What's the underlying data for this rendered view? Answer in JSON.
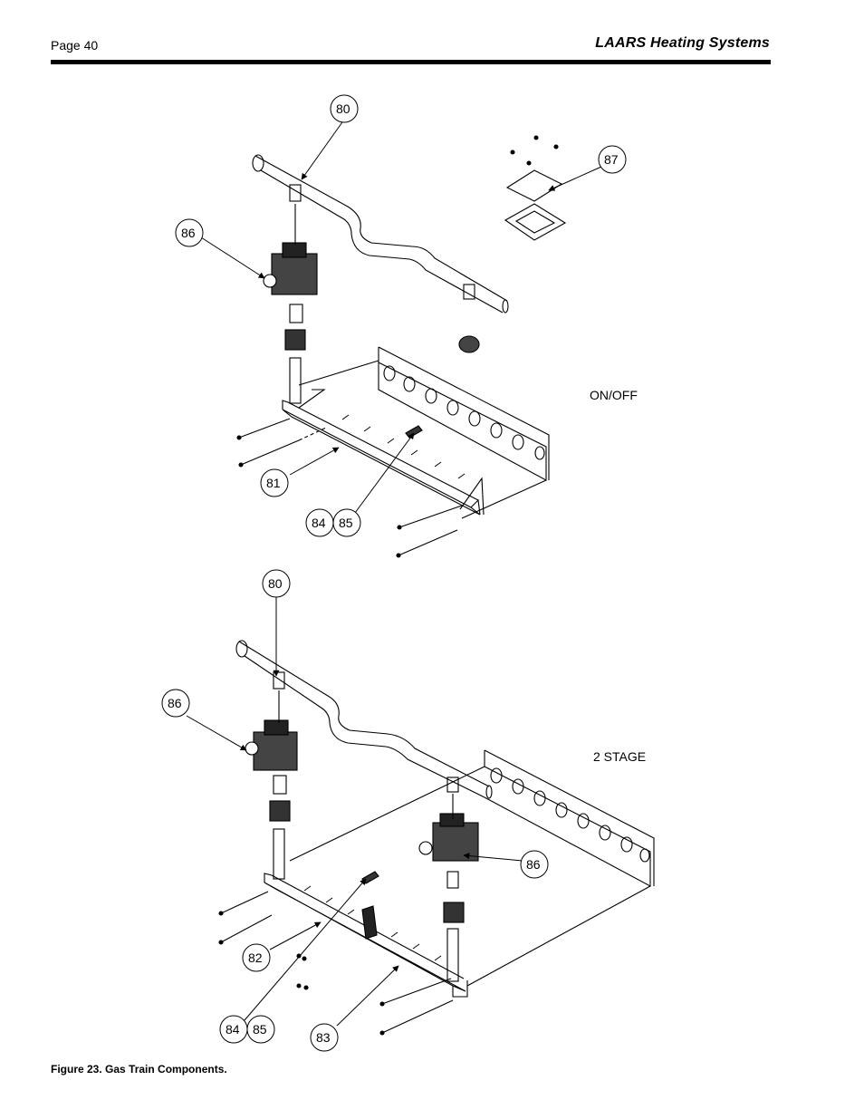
{
  "header": {
    "page_label": "Page 40",
    "brand": "LAARS Heating Systems"
  },
  "figure": {
    "caption": "Figure 23. Gas Train Components.",
    "views": [
      {
        "label": "ON/OFF",
        "callouts": [
          "80",
          "87",
          "86",
          "81",
          "84",
          "85"
        ]
      },
      {
        "label": "2 STAGE",
        "callouts": [
          "80",
          "86",
          "86",
          "82",
          "83",
          "84",
          "85"
        ]
      }
    ]
  }
}
